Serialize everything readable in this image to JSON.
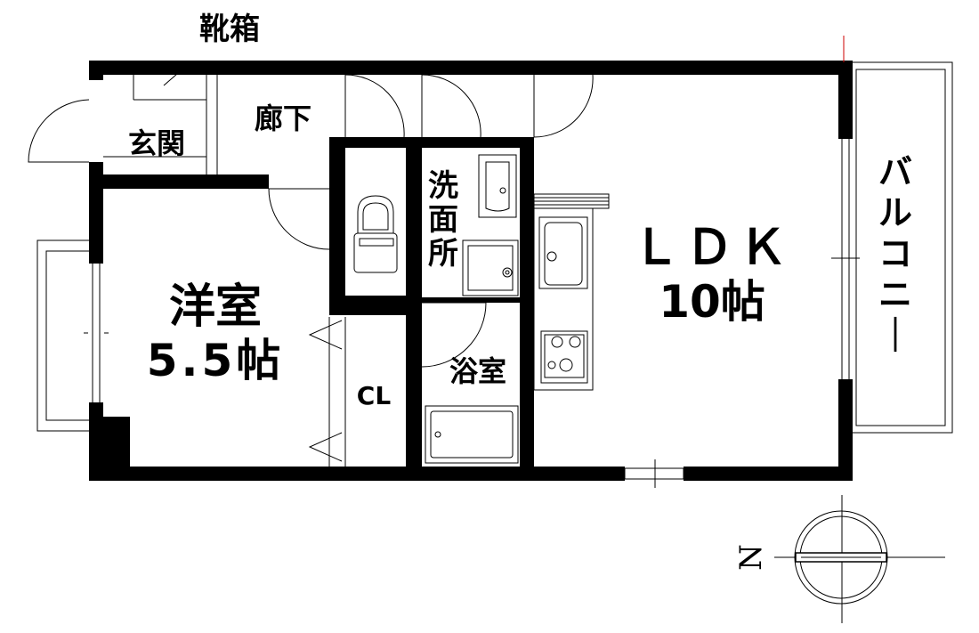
{
  "rooms": {
    "shoe_box": "靴箱",
    "entrance": "玄関",
    "hallway": "廊下",
    "western_room": "洋室",
    "western_room_size": "5.5帖",
    "closet": "CL",
    "washroom": "洗面所",
    "bathroom": "浴室",
    "ldk": "ＬＤＫ",
    "ldk_size": "10帖",
    "balcony": "バルコニー"
  },
  "compass": {
    "north_label": "N"
  },
  "colors": {
    "wall": "#000000",
    "line": "#000000",
    "marker": "#cc0000"
  }
}
